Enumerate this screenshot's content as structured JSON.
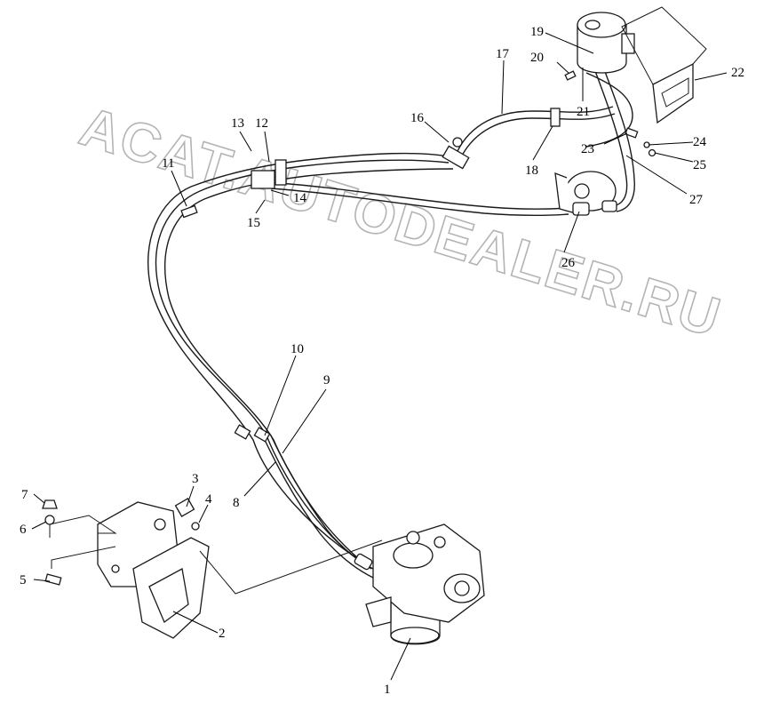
{
  "watermark": "ACAT.AUTODEALER.RU",
  "callouts": [
    "1",
    "2",
    "3",
    "4",
    "5",
    "6",
    "7",
    "8",
    "9",
    "10",
    "11",
    "12",
    "13",
    "14",
    "15",
    "16",
    "17",
    "18",
    "19",
    "20",
    "21",
    "22",
    "23",
    "24",
    "25",
    "26",
    "27"
  ]
}
